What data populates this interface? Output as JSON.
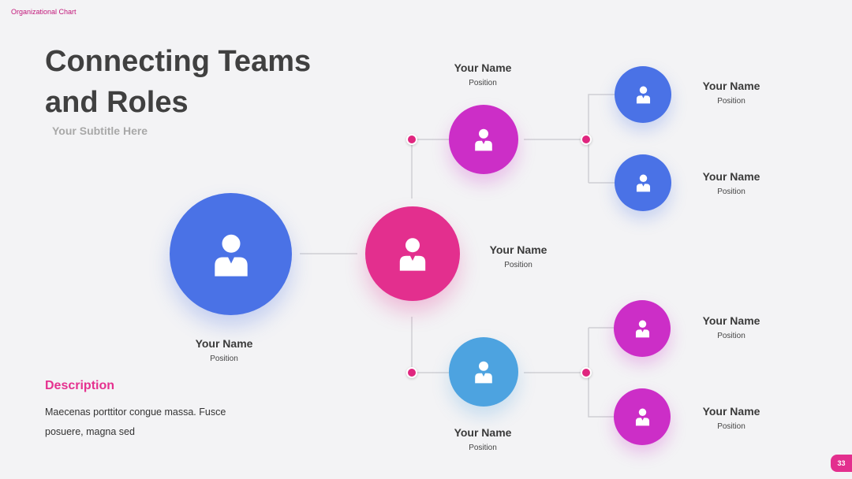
{
  "header": {
    "tag": "Organizational Chart"
  },
  "title": "Connecting Teams and Roles",
  "subtitle": "Your Subtitle Here",
  "description": {
    "title": "Description",
    "body": "Maecenas porttitor congue massa. Fusce posuere, magna sed"
  },
  "nodes": {
    "root": {
      "name": "Your Name",
      "position": "Position"
    },
    "mid": {
      "name": "Your Name",
      "position": "Position"
    },
    "top": {
      "name": "Your Name",
      "position": "Position"
    },
    "bottom": {
      "name": "Your Name",
      "position": "Position"
    },
    "top_right_1": {
      "name": "Your Name",
      "position": "Position"
    },
    "top_right_2": {
      "name": "Your Name",
      "position": "Position"
    },
    "bottom_right_1": {
      "name": "Your Name",
      "position": "Position"
    },
    "bottom_right_2": {
      "name": "Your Name",
      "position": "Position"
    }
  },
  "icons": {
    "node": "person-icon"
  },
  "colors": {
    "blue": "#4a72e6",
    "magenta": "#e32f8e",
    "purple": "#cc2ec7",
    "light_blue": "#4da3e0",
    "accent": "#e5318f"
  },
  "footer": {
    "page_number": "33"
  }
}
